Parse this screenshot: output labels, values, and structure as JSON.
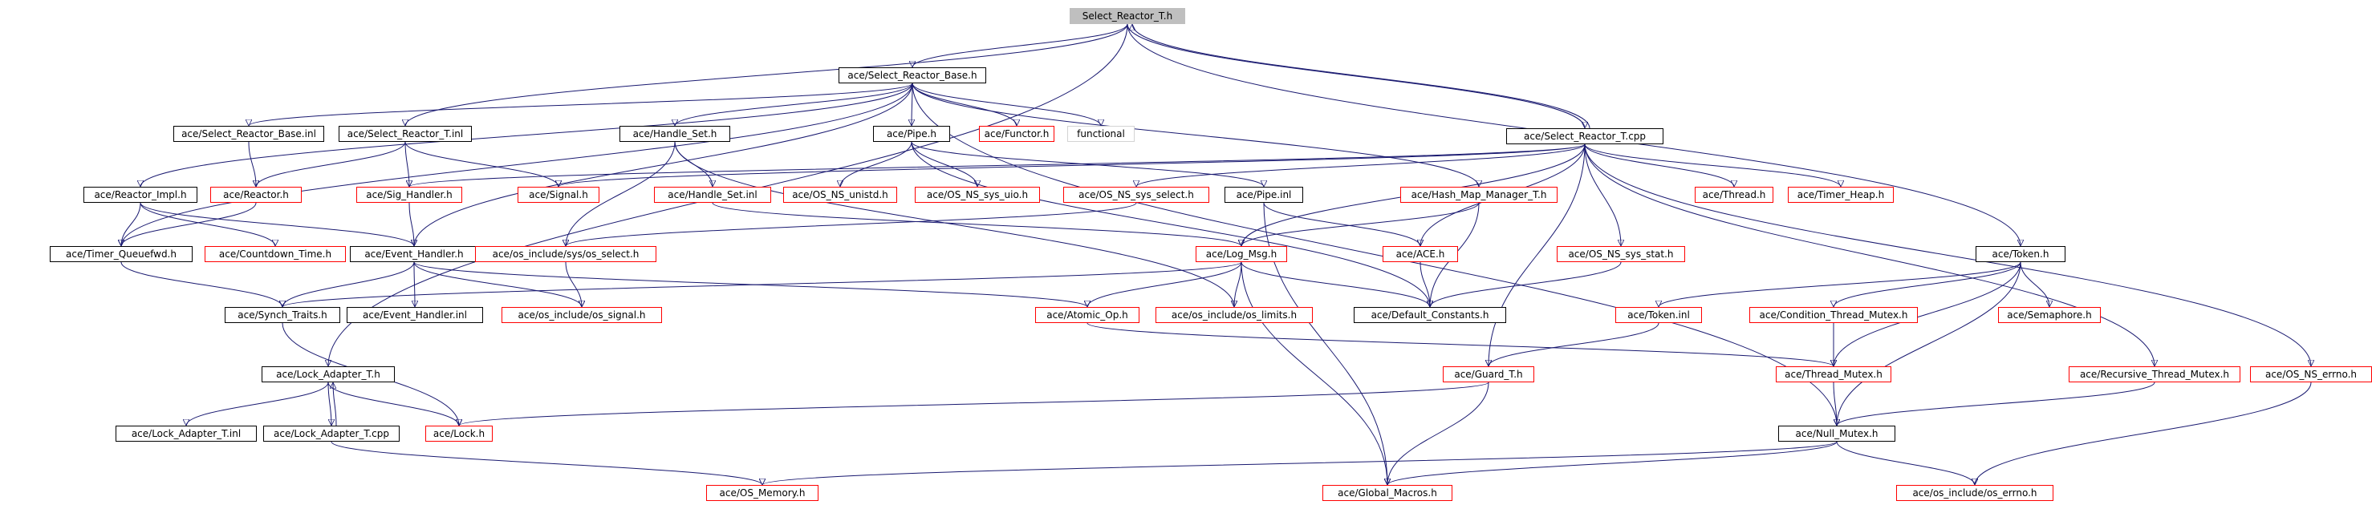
{
  "graph": {
    "nodes": [
      {
        "id": "select_reactor_t_h",
        "label": "Select_Reactor_T.h",
        "style": "gray"
      },
      {
        "id": "select_reactor_base_h",
        "label": "ace/Select_Reactor_Base.h",
        "style": "black"
      },
      {
        "id": "select_reactor_t_cpp",
        "label": "ace/Select_Reactor_T.cpp",
        "style": "black"
      },
      {
        "id": "select_reactor_base_inl",
        "label": "ace/Select_Reactor_Base.inl",
        "style": "black"
      },
      {
        "id": "select_reactor_t_inl",
        "label": "ace/Select_Reactor_T.inl",
        "style": "black"
      },
      {
        "id": "handle_set_h",
        "label": "ace/Handle_Set.h",
        "style": "black"
      },
      {
        "id": "pipe_h",
        "label": "ace/Pipe.h",
        "style": "black"
      },
      {
        "id": "functor_h",
        "label": "ace/Functor.h",
        "style": "red"
      },
      {
        "id": "functional",
        "label": "functional",
        "style": "none"
      },
      {
        "id": "reactor_impl_h",
        "label": "ace/Reactor_Impl.h",
        "style": "black"
      },
      {
        "id": "reactor_h",
        "label": "ace/Reactor.h",
        "style": "red"
      },
      {
        "id": "sig_handler_h",
        "label": "ace/Sig_Handler.h",
        "style": "red"
      },
      {
        "id": "signal_h",
        "label": "ace/Signal.h",
        "style": "red"
      },
      {
        "id": "handle_set_inl",
        "label": "ace/Handle_Set.inl",
        "style": "red"
      },
      {
        "id": "os_ns_unistd_h",
        "label": "ace/OS_NS_unistd.h",
        "style": "red"
      },
      {
        "id": "os_ns_sys_uio_h",
        "label": "ace/OS_NS_sys_uio.h",
        "style": "red"
      },
      {
        "id": "os_ns_sys_select_h",
        "label": "ace/OS_NS_sys_select.h",
        "style": "red"
      },
      {
        "id": "pipe_inl",
        "label": "ace/Pipe.inl",
        "style": "black"
      },
      {
        "id": "hash_map_manager_t_h",
        "label": "ace/Hash_Map_Manager_T.h",
        "style": "red"
      },
      {
        "id": "thread_h",
        "label": "ace/Thread.h",
        "style": "red"
      },
      {
        "id": "timer_heap_h",
        "label": "ace/Timer_Heap.h",
        "style": "red"
      },
      {
        "id": "timer_queuefwd_h",
        "label": "ace/Timer_Queuefwd.h",
        "style": "black"
      },
      {
        "id": "countdown_time_h",
        "label": "ace/Countdown_Time.h",
        "style": "red"
      },
      {
        "id": "event_handler_h",
        "label": "ace/Event_Handler.h",
        "style": "black"
      },
      {
        "id": "os_include_sys_os_select_h",
        "label": "ace/os_include/sys/os_select.h",
        "style": "red"
      },
      {
        "id": "log_msg_h",
        "label": "ace/Log_Msg.h",
        "style": "red"
      },
      {
        "id": "ace_h",
        "label": "ace/ACE.h",
        "style": "red"
      },
      {
        "id": "os_ns_sys_stat_h",
        "label": "ace/OS_NS_sys_stat.h",
        "style": "red"
      },
      {
        "id": "token_h",
        "label": "ace/Token.h",
        "style": "black"
      },
      {
        "id": "synch_traits_h",
        "label": "ace/Synch_Traits.h",
        "style": "black"
      },
      {
        "id": "event_handler_inl",
        "label": "ace/Event_Handler.inl",
        "style": "black"
      },
      {
        "id": "os_include_os_signal_h",
        "label": "ace/os_include/os_signal.h",
        "style": "red"
      },
      {
        "id": "atomic_op_h",
        "label": "ace/Atomic_Op.h",
        "style": "red"
      },
      {
        "id": "os_include_os_limits_h",
        "label": "ace/os_include/os_limits.h",
        "style": "red"
      },
      {
        "id": "default_constants_h",
        "label": "ace/Default_Constants.h",
        "style": "black"
      },
      {
        "id": "token_inl",
        "label": "ace/Token.inl",
        "style": "red"
      },
      {
        "id": "condition_thread_mutex_h",
        "label": "ace/Condition_Thread_Mutex.h",
        "style": "red"
      },
      {
        "id": "semaphore_h",
        "label": "ace/Semaphore.h",
        "style": "red"
      },
      {
        "id": "lock_adapter_t_h",
        "label": "ace/Lock_Adapter_T.h",
        "style": "black"
      },
      {
        "id": "guard_t_h",
        "label": "ace/Guard_T.h",
        "style": "red"
      },
      {
        "id": "thread_mutex_h",
        "label": "ace/Thread_Mutex.h",
        "style": "red"
      },
      {
        "id": "recursive_thread_mutex_h",
        "label": "ace/Recursive_Thread_Mutex.h",
        "style": "red"
      },
      {
        "id": "os_ns_errno_h",
        "label": "ace/OS_NS_errno.h",
        "style": "red"
      },
      {
        "id": "lock_adapter_t_inl",
        "label": "ace/Lock_Adapter_T.inl",
        "style": "black"
      },
      {
        "id": "lock_adapter_t_cpp",
        "label": "ace/Lock_Adapter_T.cpp",
        "style": "black"
      },
      {
        "id": "lock_h",
        "label": "ace/Lock.h",
        "style": "red"
      },
      {
        "id": "null_mutex_h",
        "label": "ace/Null_Mutex.h",
        "style": "black"
      },
      {
        "id": "os_memory_h",
        "label": "ace/OS_Memory.h",
        "style": "red"
      },
      {
        "id": "global_macros_h",
        "label": "ace/Global_Macros.h",
        "style": "red"
      },
      {
        "id": "os_include_os_errno_h",
        "label": "ace/os_include/os_errno.h",
        "style": "red"
      }
    ],
    "edges": [
      [
        "select_reactor_t_h",
        "select_reactor_base_h"
      ],
      [
        "select_reactor_t_h",
        "select_reactor_t_cpp"
      ],
      [
        "select_reactor_t_cpp",
        "select_reactor_t_h"
      ],
      [
        "select_reactor_t_h",
        "select_reactor_t_inl"
      ],
      [
        "select_reactor_t_h",
        "lock_adapter_t_h"
      ],
      [
        "select_reactor_t_h",
        "token_h"
      ],
      [
        "select_reactor_base_h",
        "select_reactor_base_inl"
      ],
      [
        "select_reactor_base_h",
        "handle_set_h"
      ],
      [
        "select_reactor_base_h",
        "pipe_h"
      ],
      [
        "select_reactor_base_h",
        "functor_h"
      ],
      [
        "select_reactor_base_h",
        "functional"
      ],
      [
        "select_reactor_base_h",
        "reactor_impl_h"
      ],
      [
        "select_reactor_base_h",
        "timer_queuefwd_h"
      ],
      [
        "select_reactor_base_h",
        "event_handler_h"
      ],
      [
        "select_reactor_base_h",
        "hash_map_manager_t_h"
      ],
      [
        "select_reactor_base_h",
        "null_mutex_h"
      ],
      [
        "select_reactor_base_inl",
        "reactor_h"
      ],
      [
        "select_reactor_t_inl",
        "reactor_h"
      ],
      [
        "select_reactor_t_inl",
        "sig_handler_h"
      ],
      [
        "select_reactor_t_inl",
        "signal_h"
      ],
      [
        "reactor_h",
        "timer_queuefwd_h"
      ],
      [
        "reactor_impl_h",
        "timer_queuefwd_h"
      ],
      [
        "reactor_impl_h",
        "event_handler_h"
      ],
      [
        "reactor_impl_h",
        "countdown_time_h"
      ],
      [
        "sig_handler_h",
        "event_handler_h"
      ],
      [
        "handle_set_h",
        "handle_set_inl"
      ],
      [
        "handle_set_h",
        "os_include_sys_os_select_h"
      ],
      [
        "handle_set_h",
        "os_include_os_limits_h"
      ],
      [
        "pipe_h",
        "os_ns_unistd_h"
      ],
      [
        "pipe_h",
        "os_ns_sys_uio_h"
      ],
      [
        "pipe_h",
        "pipe_inl"
      ],
      [
        "pipe_h",
        "default_constants_h"
      ],
      [
        "select_reactor_t_cpp",
        "sig_handler_h"
      ],
      [
        "select_reactor_t_cpp",
        "signal_h"
      ],
      [
        "select_reactor_t_cpp",
        "os_ns_sys_select_h"
      ],
      [
        "select_reactor_t_cpp",
        "log_msg_h"
      ],
      [
        "select_reactor_t_cpp",
        "ace_h"
      ],
      [
        "select_reactor_t_cpp",
        "os_ns_sys_stat_h"
      ],
      [
        "select_reactor_t_cpp",
        "thread_h"
      ],
      [
        "select_reactor_t_cpp",
        "timer_heap_h"
      ],
      [
        "select_reactor_t_cpp",
        "guard_t_h"
      ],
      [
        "select_reactor_t_cpp",
        "recursive_thread_mutex_h"
      ],
      [
        "select_reactor_t_cpp",
        "os_ns_errno_h"
      ],
      [
        "os_ns_sys_select_h",
        "os_include_sys_os_select_h"
      ],
      [
        "pipe_inl",
        "ace_h"
      ],
      [
        "pipe_inl",
        "global_macros_h"
      ],
      [
        "handle_set_inl",
        "log_msg_h"
      ],
      [
        "hash_map_manager_t_h",
        "log_msg_h"
      ],
      [
        "hash_map_manager_t_h",
        "default_constants_h"
      ],
      [
        "ace_h",
        "default_constants_h"
      ],
      [
        "os_ns_sys_stat_h",
        "default_constants_h"
      ],
      [
        "timer_queuefwd_h",
        "synch_traits_h"
      ],
      [
        "event_handler_h",
        "synch_traits_h"
      ],
      [
        "event_handler_h",
        "event_handler_inl"
      ],
      [
        "event_handler_h",
        "os_include_os_signal_h"
      ],
      [
        "event_handler_h",
        "atomic_op_h"
      ],
      [
        "os_include_sys_os_select_h",
        "os_include_os_signal_h"
      ],
      [
        "log_msg_h",
        "synch_traits_h"
      ],
      [
        "log_msg_h",
        "atomic_op_h"
      ],
      [
        "log_msg_h",
        "os_include_os_limits_h"
      ],
      [
        "log_msg_h",
        "default_constants_h"
      ],
      [
        "log_msg_h",
        "global_macros_h"
      ],
      [
        "atomic_op_h",
        "thread_mutex_h"
      ],
      [
        "synch_traits_h",
        "lock_h"
      ],
      [
        "token_h",
        "token_inl"
      ],
      [
        "token_h",
        "condition_thread_mutex_h"
      ],
      [
        "token_h",
        "semaphore_h"
      ],
      [
        "token_h",
        "thread_mutex_h"
      ],
      [
        "token_h",
        "null_mutex_h"
      ],
      [
        "token_inl",
        "guard_t_h"
      ],
      [
        "condition_thread_mutex_h",
        "thread_mutex_h"
      ],
      [
        "guard_t_h",
        "lock_h"
      ],
      [
        "guard_t_h",
        "global_macros_h"
      ],
      [
        "thread_mutex_h",
        "null_mutex_h"
      ],
      [
        "recursive_thread_mutex_h",
        "null_mutex_h"
      ],
      [
        "os_ns_errno_h",
        "os_include_os_errno_h"
      ],
      [
        "lock_adapter_t_h",
        "lock_adapter_t_inl"
      ],
      [
        "lock_adapter_t_h",
        "lock_adapter_t_cpp"
      ],
      [
        "lock_adapter_t_cpp",
        "lock_adapter_t_h"
      ],
      [
        "lock_adapter_t_h",
        "lock_h"
      ],
      [
        "lock_adapter_t_cpp",
        "os_memory_h"
      ],
      [
        "null_mutex_h",
        "os_memory_h"
      ],
      [
        "null_mutex_h",
        "global_macros_h"
      ],
      [
        "null_mutex_h",
        "os_include_os_errno_h"
      ]
    ]
  }
}
